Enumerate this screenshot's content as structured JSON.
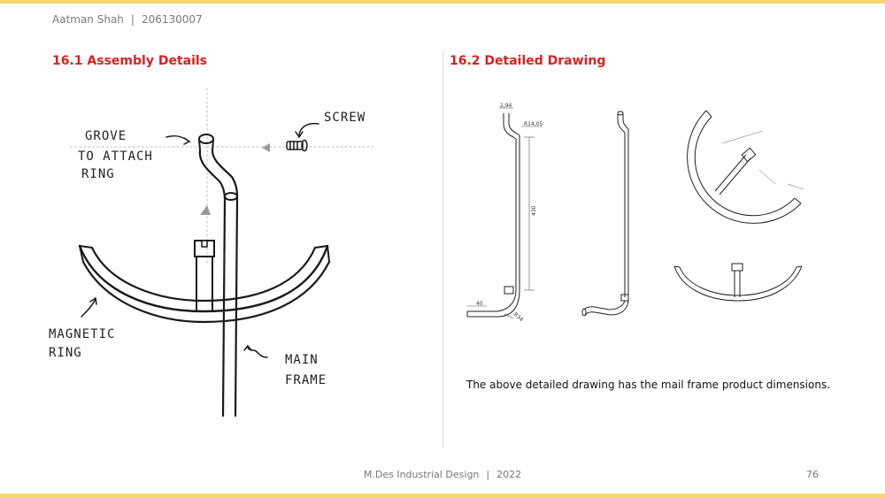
{
  "header": {
    "author": "Aatman Shah",
    "separator": "|",
    "id": "206130007"
  },
  "left": {
    "title": "16.1 Assembly Details",
    "labels": {
      "grove_line1": "GROVE",
      "grove_line2": "TO ATTACH",
      "grove_line3": "RING",
      "screw": "SCREW",
      "ring_line1": "MAGNETIC",
      "ring_line2": "RING",
      "frame_line1": "MAIN",
      "frame_line2": "FRAME"
    }
  },
  "right": {
    "title": "16.2 Detailed Drawing",
    "dims": {
      "d1": "2,94",
      "d2": "R14,05",
      "d3": "430",
      "d4": "40",
      "d5": "R34"
    },
    "caption": "The above detailed drawing has the mail frame product dimensions."
  },
  "footer": {
    "program": "M.Des Industrial Design",
    "separator": "|",
    "year": "2022",
    "page": "76"
  },
  "colors": {
    "accent_bar": "#f5d76e",
    "title_red": "#d92020"
  }
}
